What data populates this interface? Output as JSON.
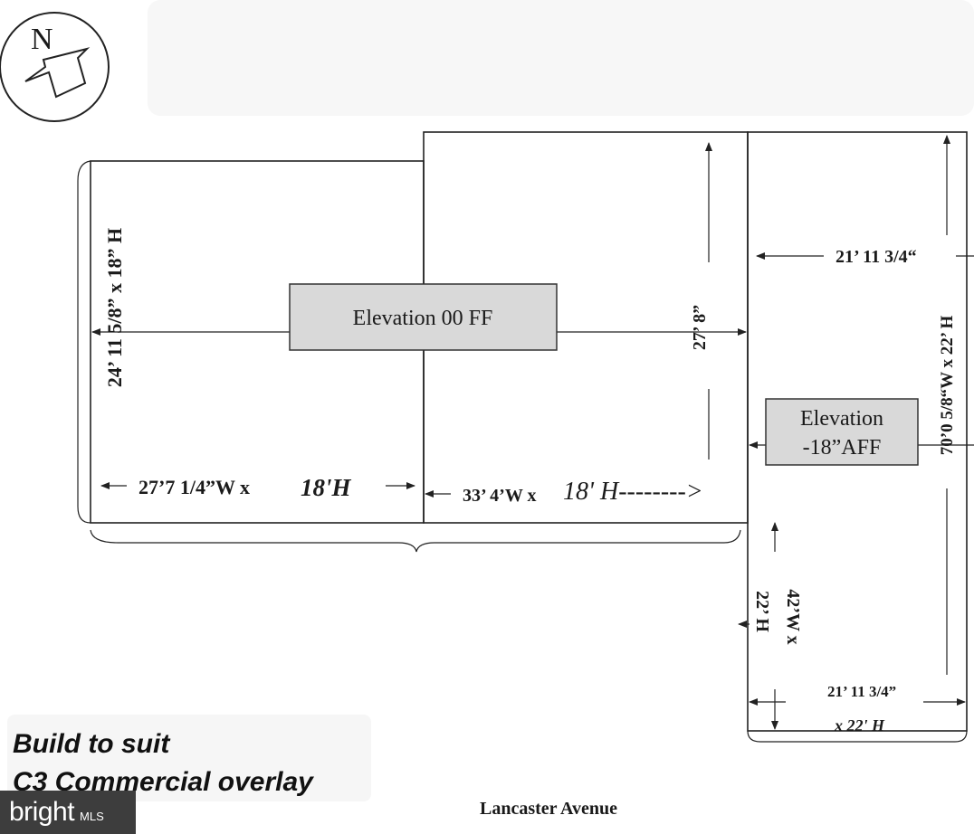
{
  "compass": {
    "letter": "N",
    "icon": "north-arrow-icon"
  },
  "building": {
    "box_main": "Elevation 00 FF",
    "box_side_line1": "Elevation",
    "box_side_line2": "-18”AFF"
  },
  "dimensions": {
    "left_vertical": "24’ 11 5/8” x  18” H",
    "left_bottom_a": "27’7 1/4”W x",
    "left_bottom_b": "18'H",
    "mid_bottom_a": "33’ 4’W x",
    "mid_bottom_b": "18' H-------->",
    "mid_vertical": "27’ 8”",
    "right_top": "21’ 11 3/4“",
    "right_vertical": "70’0 5/8“W  x 22’ H",
    "lower_vertical_a": "42’W x",
    "lower_vertical_b": "22’ H",
    "bottom_right_a": "21’ 11 3/4”",
    "bottom_right_b": "x 22' H"
  },
  "notes": {
    "line1": "Build to suit",
    "line2": "C3 Commercial overlay"
  },
  "street": "Lancaster Avenue",
  "watermark": {
    "brand": "bright",
    "suffix": "MLS"
  }
}
